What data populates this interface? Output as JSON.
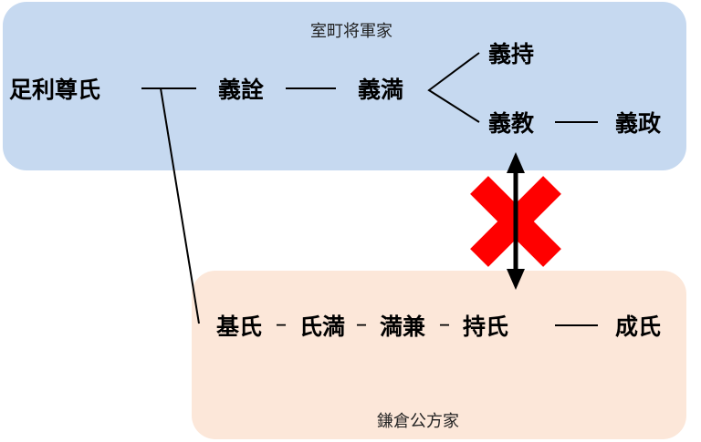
{
  "muromachi": {
    "title": "室町将軍家",
    "takauji": "足利尊氏",
    "yoshiakira": "義詮",
    "yoshimitsu": "義満",
    "yoshimochi": "義持",
    "yoshinori": "義教",
    "yoshimasa": "義政"
  },
  "kamakura": {
    "title": "鎌倉公方家",
    "motouji": "基氏",
    "ujimitsu": "氏満",
    "mitsukane": "満兼",
    "mochiuji": "持氏",
    "shigeuji": "成氏",
    "dash": "–"
  },
  "colors": {
    "muromachi_bg": "#c6d9f0",
    "kamakura_bg": "#fce7d9",
    "cross": "#ff0000"
  }
}
